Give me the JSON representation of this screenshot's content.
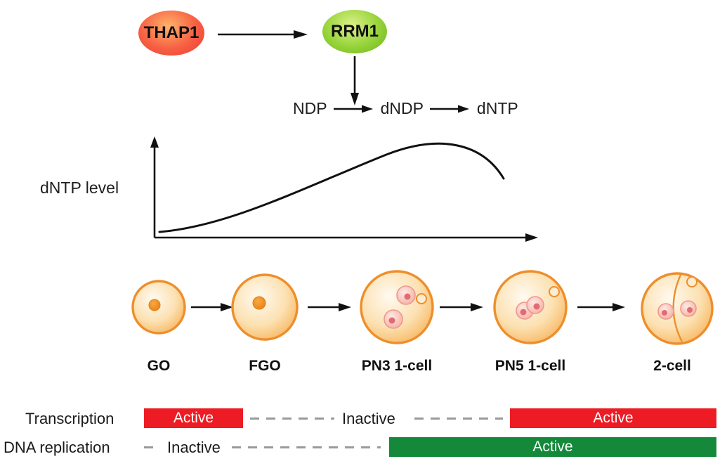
{
  "pathway": {
    "thap1": "THAP1",
    "rrm1": "RRM1",
    "steps": [
      "NDP",
      "dNDP",
      "dNTP"
    ]
  },
  "graph": {
    "ylabel": "dNTP level",
    "curve_shape": "rises from low level, peaks near PN5 1-cell stage, then declines"
  },
  "stages": [
    {
      "label": "GO"
    },
    {
      "label": "FGO"
    },
    {
      "label": "PN3 1-cell"
    },
    {
      "label": "PN5 1-cell"
    },
    {
      "label": "2-cell"
    }
  ],
  "timeline": {
    "transcription": {
      "label": "Transcription",
      "active_early": "Active",
      "inactive": "Inactive",
      "active_late": "Active"
    },
    "dna_replication": {
      "label": "DNA replication",
      "inactive": "Inactive",
      "active": "Active"
    }
  },
  "colors": {
    "transcription_active": "#ed1c24",
    "replication_active": "#15893a",
    "cell_outline": "#ee8e2b",
    "thap1_fill": "#ee3a33",
    "rrm1_fill": "#86c832",
    "dash_gray": "#9a9a9a"
  }
}
